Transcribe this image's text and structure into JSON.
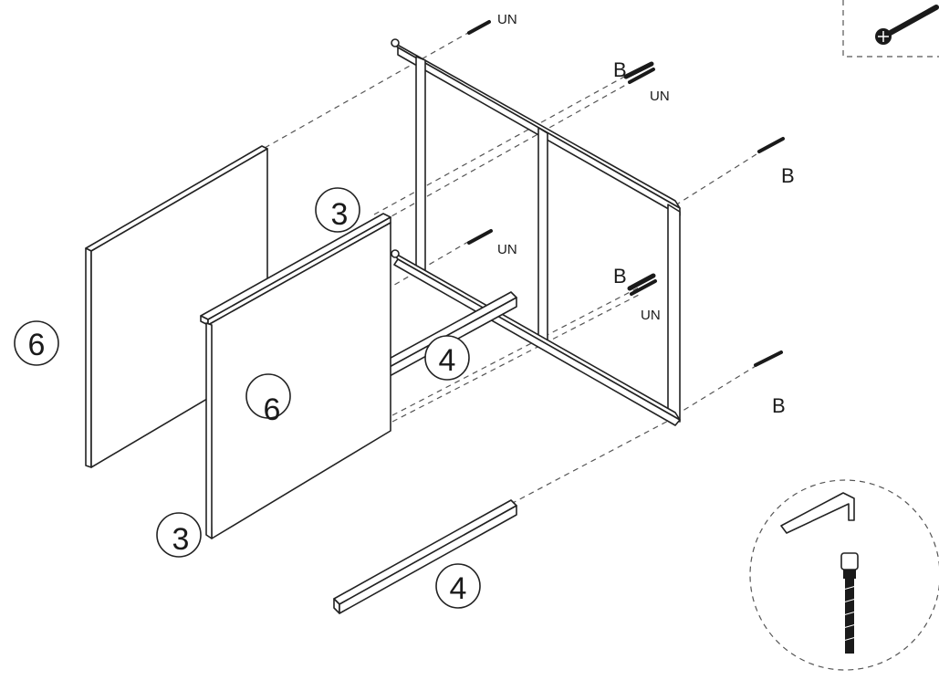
{
  "labels": {
    "un_top": "UN",
    "b_top": "B",
    "un_top_right": "UN",
    "b_right_upper": "B",
    "un_mid": "UN",
    "b_mid": "B",
    "un_mid_right": "UN",
    "b_right_lower": "B",
    "panel_left_6": "6",
    "panel_front_6": "6",
    "rail_top_3": "3",
    "rail_bottom_3": "3",
    "rail_upper_4": "4",
    "rail_lower_4": "4"
  },
  "colors": {
    "line": "#222222",
    "dash": "#555555",
    "background": "#ffffff"
  },
  "icons": {
    "detail_screw": "phillips-screw-icon",
    "detail_hex_key": "allen-key-icon",
    "detail_bolt": "hex-socket-bolt-icon"
  }
}
